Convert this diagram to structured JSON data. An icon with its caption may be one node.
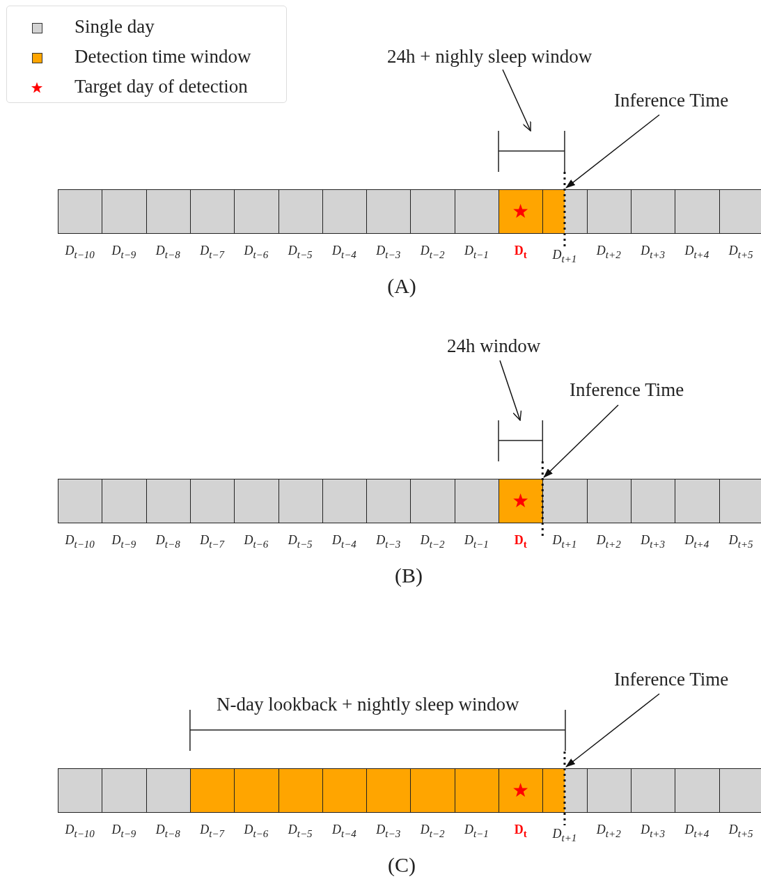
{
  "diagram": {
    "nodes": [
      {
        "text": [
          "24h + nighly sleep window"
        ]
      },
      {
        "text": [],
        "shape": "bracket"
      },
      {
        "text": [
          "Inference Time"
        ]
      },
      {
        "text": [],
        "shape": "line"
      },
      {
        "text": [
          "24h window"
        ]
      },
      {
        "text": [],
        "shape": "bracket"
      },
      {
        "text": [
          "Inference Time"
        ]
      },
      {
        "text": [],
        "shape": "line"
      },
      {
        "text": [
          "Inference Time"
        ]
      },
      {
        "text": [],
        "shape": "line"
      }
    ],
    "edges": [
      {
        "from": 0,
        "to": 1,
        "arrow": "to"
      },
      {
        "from": 2,
        "to": 3,
        "arrow": "to"
      },
      {
        "from": 4,
        "to": 5,
        "arrow": "to"
      },
      {
        "from": 6,
        "to": 7,
        "arrow": "to"
      },
      {
        "from": 8,
        "to": 9,
        "arrow": "to"
      }
    ],
    "labels": [
      "D$_{t−10}$",
      "D$_{t−9}$",
      "D$_{t−8}$",
      "D$_{t−7}$",
      "D$_{t−6}$",
      "D$_{t−5}$",
      "D$_{t−4}$",
      "D$_{t−3}$",
      "D$_{t−2}$",
      "D$_{t−1}$",
      "D$_{t}$",
      "D$_{t+1}$",
      "D$_{t+2}$",
      "D$_{t+3}$",
      "D$_{t+4}$",
      "D$_{t+5}$",
      "(A)",
      "D$_{t−10}$",
      "D$_{t−9}$",
      "D$_{t−8}$",
      "D$_{t−7}$",
      "D$_{t−6}$",
      "D$_{t−5}$",
      "D$_{t−4}$",
      "D$_{t−3}$",
      "D$_{t−2}$",
      "D$_{t−1}$",
      "D$_{t}$",
      "D$_{t+1}$",
      "D$_{t+2}$",
      "D$_{t+3}$",
      "D$_{t+4}$",
      "D$_{t+5}$",
      "(B)",
      "N-day lookback + nightly sleep window",
      "D$_{t−10}$",
      "D$_{t−9}$",
      "D$_{t−8}$",
      "D$_{t−7}$",
      "D$_{t−6}$",
      "D$_{t−5}$",
      "D$_{t−4}$",
      "D$_{t−3}$",
      "D$_{t−2}$",
      "D$_{t−1}$",
      "D$_{t}$",
      "D$_{t+1}$",
      "D$_{t+2}$",
      "D$_{t+3}$",
      "D$_{t+4}$",
      "D$_{t+5}$",
      "(C)"
    ],
    "legend": [
      {
        "text": "Single day",
        "color": "#d3d3d3"
      },
      {
        "text": "Detection time window",
        "color": "#ffa500"
      },
      {
        "text": "Target day of detection"
      }
    ]
  }
}
